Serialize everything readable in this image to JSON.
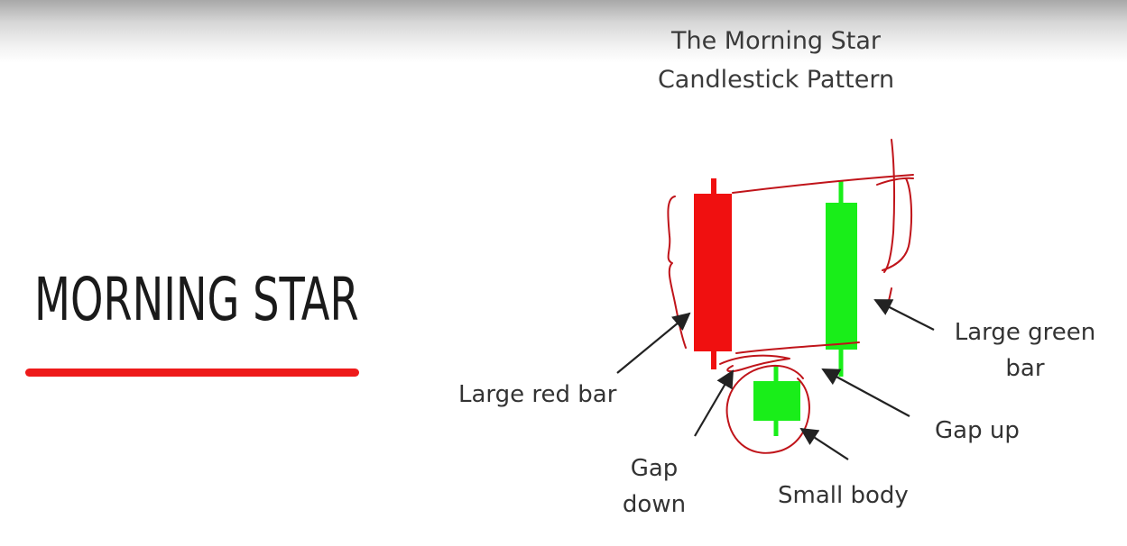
{
  "heading": "MORNING STAR",
  "diagram": {
    "title_line1": "The Morning Star",
    "title_line2": "Candlestick Pattern",
    "labels": {
      "large_red_bar": "Large red bar",
      "large_green_bar": "Large green bar",
      "gap_up": "Gap up",
      "gap_down": "Gap down",
      "small_body": "Small body"
    }
  },
  "colors": {
    "bearish": "#f01010",
    "bullish": "#19ee19",
    "annotation": "#c0141a",
    "underline": "#ee1a1a",
    "arrow": "#222222"
  },
  "candles": [
    {
      "role": "large-red-bar",
      "direction": "down"
    },
    {
      "role": "small-body",
      "direction": "up"
    },
    {
      "role": "large-green-bar",
      "direction": "up"
    }
  ]
}
